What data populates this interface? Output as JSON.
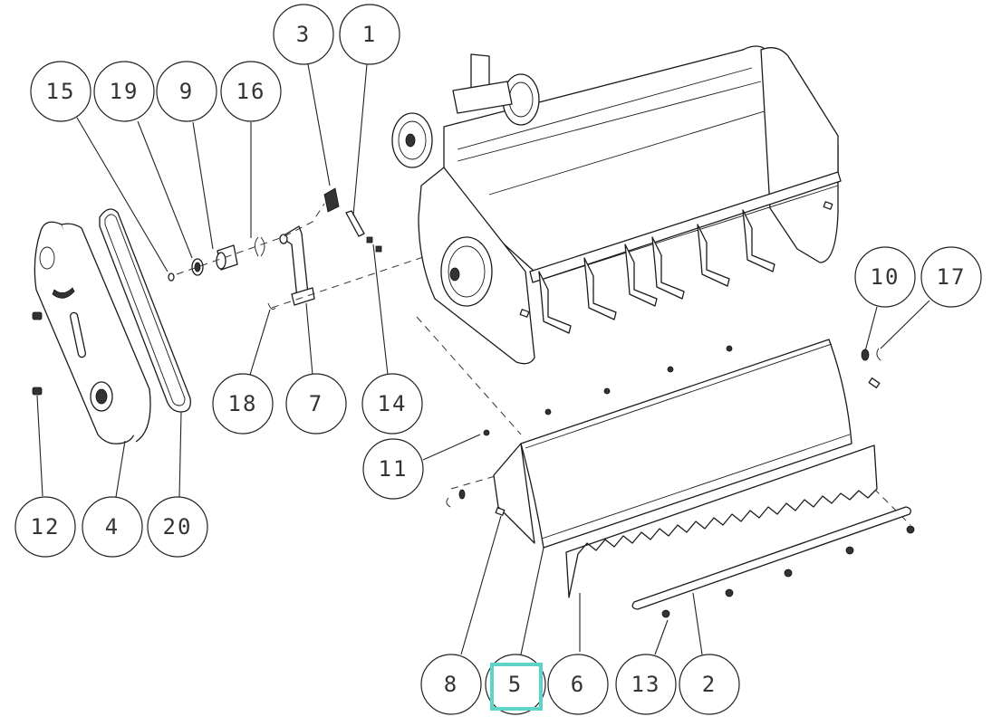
{
  "diagram": {
    "type": "exploded-parts-view",
    "subject": "Tiller / rotary cultivator attachment assembly",
    "highlight_color": "#5fd3c8",
    "highlighted_balloon": "5",
    "balloons": [
      {
        "id": "b1",
        "label": "1"
      },
      {
        "id": "b2",
        "label": "2"
      },
      {
        "id": "b3",
        "label": "3"
      },
      {
        "id": "b4",
        "label": "4"
      },
      {
        "id": "b5",
        "label": "5"
      },
      {
        "id": "b6",
        "label": "6"
      },
      {
        "id": "b7",
        "label": "7"
      },
      {
        "id": "b8",
        "label": "8"
      },
      {
        "id": "b9",
        "label": "9"
      },
      {
        "id": "b10",
        "label": "10"
      },
      {
        "id": "b11",
        "label": "11"
      },
      {
        "id": "b12",
        "label": "12"
      },
      {
        "id": "b13",
        "label": "13"
      },
      {
        "id": "b14",
        "label": "14"
      },
      {
        "id": "b15",
        "label": "15"
      },
      {
        "id": "b16",
        "label": "16"
      },
      {
        "id": "b17",
        "label": "17"
      },
      {
        "id": "b18",
        "label": "18"
      },
      {
        "id": "b19",
        "label": "19"
      },
      {
        "id": "b20",
        "label": "20"
      }
    ]
  }
}
